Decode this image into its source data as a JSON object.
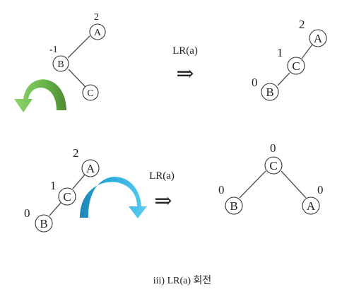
{
  "panels": [
    {
      "id": "top-left",
      "nodes": [
        {
          "id": "A",
          "label": "A",
          "balance": "2"
        },
        {
          "id": "B",
          "label": "B",
          "balance": "-1"
        },
        {
          "id": "C",
          "label": "C",
          "balance": ""
        }
      ],
      "edges": [
        [
          "A",
          "B"
        ],
        [
          "B",
          "C"
        ]
      ]
    },
    {
      "id": "top-right",
      "nodes": [
        {
          "id": "A",
          "label": "A",
          "balance": "2"
        },
        {
          "id": "C",
          "label": "C",
          "balance": "1"
        },
        {
          "id": "B",
          "label": "B",
          "balance": "0"
        }
      ],
      "edges": [
        [
          "A",
          "C"
        ],
        [
          "C",
          "B"
        ]
      ]
    },
    {
      "id": "bottom-left",
      "nodes": [
        {
          "id": "A",
          "label": "A",
          "balance": "2"
        },
        {
          "id": "C",
          "label": "C",
          "balance": "1"
        },
        {
          "id": "B",
          "label": "B",
          "balance": "0"
        }
      ],
      "edges": [
        [
          "A",
          "C"
        ],
        [
          "C",
          "B"
        ]
      ]
    },
    {
      "id": "bottom-right",
      "nodes": [
        {
          "id": "C",
          "label": "C",
          "balance": "0"
        },
        {
          "id": "B",
          "label": "B",
          "balance": "0"
        },
        {
          "id": "A",
          "label": "A",
          "balance": "0"
        }
      ],
      "edges": [
        [
          "C",
          "B"
        ],
        [
          "C",
          "A"
        ]
      ]
    }
  ],
  "transitions": [
    {
      "label": "LR(a)",
      "arrow": "⇒"
    },
    {
      "label": "LR(a)",
      "arrow": "⇒"
    }
  ],
  "rotations": [
    {
      "direction": "counterclockwise",
      "color": "#6ab84a"
    },
    {
      "direction": "clockwise",
      "color": "#2aa6d8"
    }
  ],
  "caption": "iii) LR(a) 회전"
}
